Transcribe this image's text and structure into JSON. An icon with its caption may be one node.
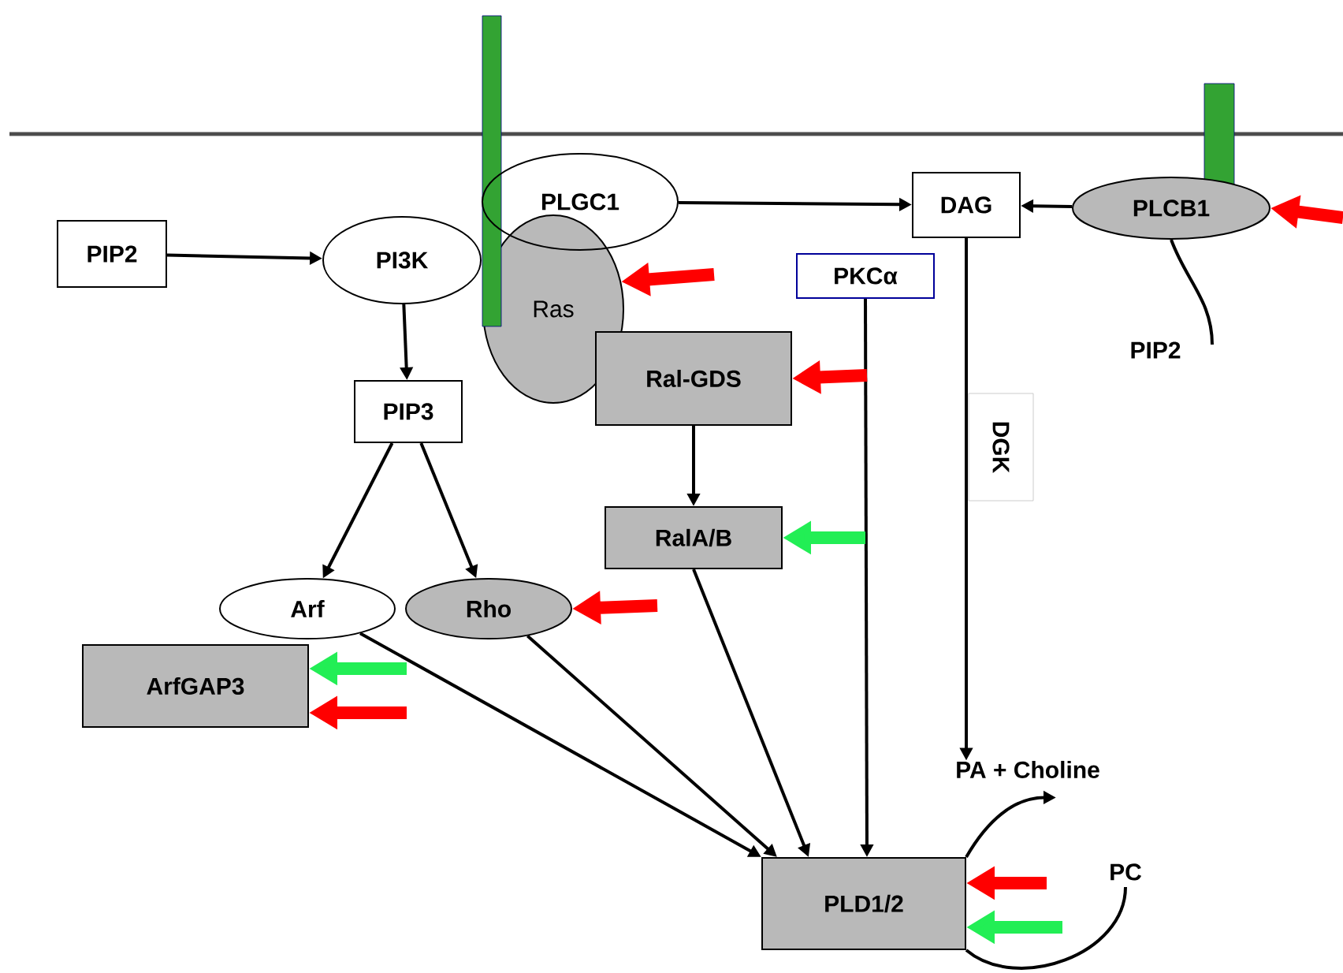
{
  "diagram": {
    "nodes": [
      {
        "text": [
          "PIP2"
        ]
      },
      {
        "text": [
          "PI3K"
        ]
      },
      {
        "text": [
          "PLGC1"
        ]
      },
      {
        "text": [
          "Ras"
        ]
      },
      {
        "text": [
          "DAG"
        ]
      },
      {
        "text": [
          "PLCB1"
        ]
      },
      {
        "text": [
          "PIP2"
        ]
      },
      {
        "text": [
          "PKCα"
        ]
      },
      {
        "text": [
          "Ral-GDS"
        ]
      },
      {
        "text": [
          "PIP3"
        ]
      },
      {
        "text": [
          "RalA/B"
        ]
      },
      {
        "text": [
          "Arf"
        ]
      },
      {
        "text": [
          "Rho"
        ]
      },
      {
        "text": [
          "ArfGAP3"
        ]
      },
      {
        "text": [
          "PA + Choline"
        ]
      },
      {
        "text": [
          "PLD1/2"
        ]
      },
      {
        "text": [
          "PC"
        ]
      }
    ],
    "edges": [
      {
        "from": 0,
        "to": 1,
        "arrow": "to"
      },
      {
        "from": 1,
        "to": 9,
        "arrow": "to"
      },
      {
        "from": 2,
        "to": 4,
        "arrow": "to"
      },
      {
        "from": 5,
        "to": 4,
        "arrow": "to"
      },
      {
        "from": 5,
        "to": 6,
        "arrow": "none"
      },
      {
        "from": 9,
        "to": 11,
        "arrow": "to"
      },
      {
        "from": 9,
        "to": 12,
        "arrow": "to"
      },
      {
        "from": 8,
        "to": 10,
        "arrow": "to"
      },
      {
        "from": 4,
        "to": 14,
        "arrow": "to",
        "label": "DGK"
      },
      {
        "from": 11,
        "to": 15,
        "arrow": "to"
      },
      {
        "from": 12,
        "to": 15,
        "arrow": "to"
      },
      {
        "from": 10,
        "to": 15,
        "arrow": "to"
      },
      {
        "from": 7,
        "to": 15,
        "arrow": "to"
      },
      {
        "from": 15,
        "to": 14,
        "arrow": "to"
      },
      {
        "from": 16,
        "to": 15,
        "arrow": "none"
      },
      {
        "from": null,
        "to": 5,
        "arrow": "to",
        "style": "thick",
        "color": "#ff0000"
      },
      {
        "from": null,
        "to": 3,
        "arrow": "to",
        "style": "thick",
        "color": "#ff0000"
      },
      {
        "from": null,
        "to": 8,
        "arrow": "to",
        "style": "thick",
        "color": "#ff0000"
      },
      {
        "from": null,
        "to": 10,
        "arrow": "to",
        "style": "thick",
        "color": "#22ee55"
      },
      {
        "from": null,
        "to": 12,
        "arrow": "to",
        "style": "thick",
        "color": "#ff0000"
      },
      {
        "from": null,
        "to": 13,
        "arrow": "to",
        "style": "thick",
        "color": "#22ee55"
      },
      {
        "from": null,
        "to": 13,
        "arrow": "to",
        "style": "thick",
        "color": "#ff0000"
      },
      {
        "from": null,
        "to": 15,
        "arrow": "to",
        "style": "thick",
        "color": "#ff0000"
      },
      {
        "from": null,
        "to": 15,
        "arrow": "to",
        "style": "thick",
        "color": "#22ee55"
      }
    ]
  }
}
